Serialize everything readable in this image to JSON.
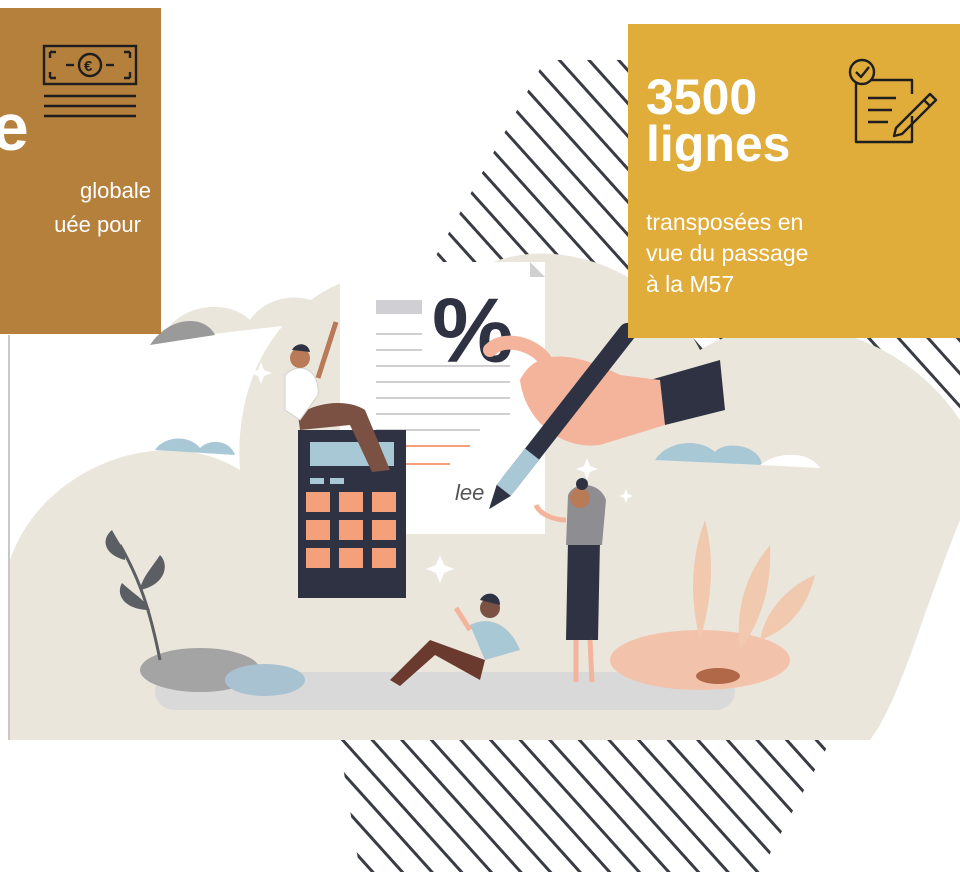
{
  "left_card": {
    "big_glyph": "e",
    "line1": "globale",
    "line2": "uée pour",
    "icon": "euro-banknote-icon",
    "background": "#b57f3c"
  },
  "right_card": {
    "title_line1": "3500",
    "title_line2": "lignes",
    "subtitle_line1": "transposées en",
    "subtitle_line2": "vue du passage",
    "subtitle_line3": "à la M57",
    "icon": "document-checklist-pen-icon",
    "background": "#e0ac3a"
  },
  "illustration": {
    "percent_symbol": "%",
    "signature": "lee",
    "colors": {
      "cloud": "#ebe6dc",
      "accent_salmon": "#f4a07a",
      "navy": "#2f3242"
    }
  }
}
